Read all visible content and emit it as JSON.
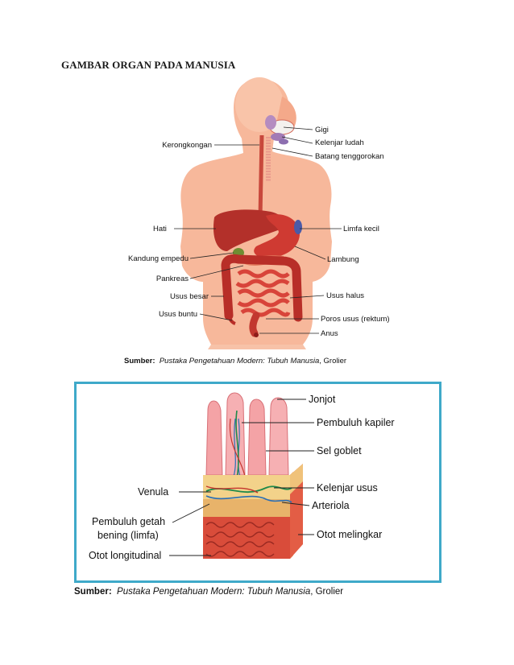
{
  "page_title": "GAMBAR ORGAN PADA MANUSIA",
  "figure1": {
    "labels": {
      "gigi": "Gigi",
      "kelenjar_ludah": "Kelenjar ludah",
      "batang_tenggorokan": "Batang tenggorokan",
      "kerongkongan": "Kerongkongan",
      "hati": "Hati",
      "limfa_kecil": "Limfa kecil",
      "kandung_empedu": "Kandung empedu",
      "lambung": "Lambung",
      "pankreas": "Pankreas",
      "usus_besar": "Usus besar",
      "usus_halus": "Usus halus",
      "usus_buntu": "Usus buntu",
      "poros_usus": "Poros usus (rektum)",
      "anus": "Anus"
    },
    "source": {
      "prefix": "Sumber:",
      "title": "Pustaka Pengetahuan Modern: Tubuh Manusia",
      "publisher": ", Grolier"
    }
  },
  "figure2": {
    "labels": {
      "jonjot": "Jonjot",
      "pembuluh_kapiler": "Pembuluh kapiler",
      "sel_goblet": "Sel goblet",
      "venula": "Venula",
      "kelenjar_usus": "Kelenjar usus",
      "arteriola": "Arteriola",
      "pembuluh_getah_1": "Pembuluh getah",
      "pembuluh_getah_2": "bening (limfa)",
      "otot_melingkar": "Otot melingkar",
      "otot_longitudinal": "Otot longitudinal"
    },
    "source": {
      "prefix": "Sumber:",
      "title": "Pustaka Pengetahuan Modern: Tubuh Manusia",
      "publisher": ", Grolier"
    },
    "frame_color": "#3fa9c9"
  },
  "colors": {
    "skin": "#f6b497",
    "skin_light": "#fbd3bd",
    "organ_red": "#c9302c",
    "organ_dark": "#8e1d1a",
    "liver": "#b8322a",
    "bile_green": "#6e8b2e"
  }
}
